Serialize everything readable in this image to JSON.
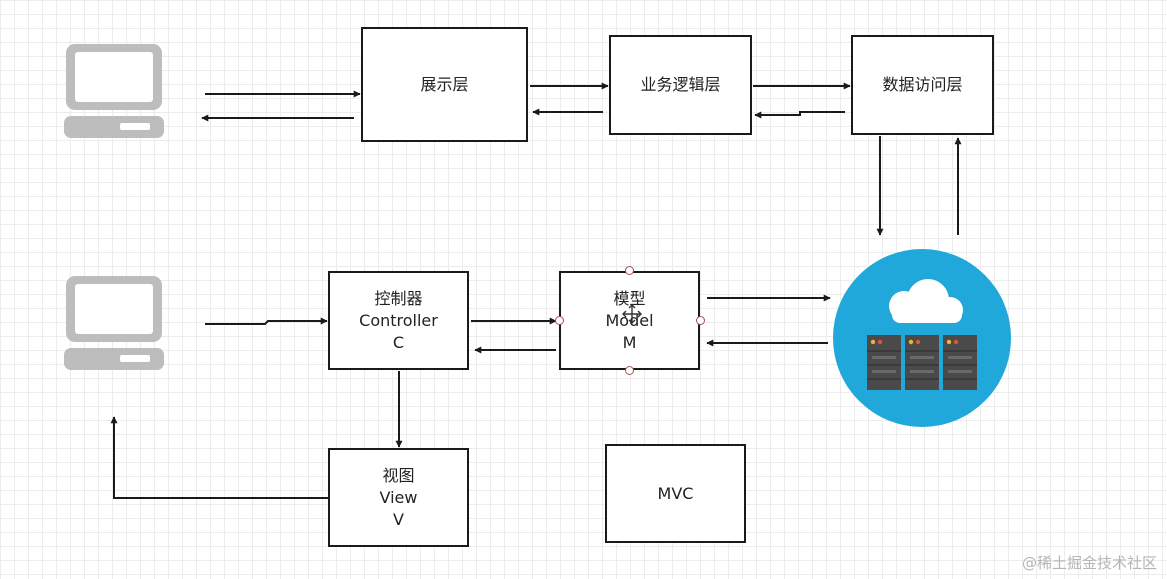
{
  "top_row": {
    "presentation_layer": "展示层",
    "business_logic_layer": "业务逻辑层",
    "data_access_layer": "数据访问层"
  },
  "mvc_row": {
    "controller": {
      "line1": "控制器",
      "line2": "Controller",
      "line3": "C"
    },
    "model": {
      "line1": "模型",
      "line2": "Model",
      "line3": "M"
    },
    "view": {
      "line1": "视图",
      "line2": "View",
      "line3": "V"
    },
    "mvc_label": "MVC"
  },
  "icons": {
    "client_top": "computer-icon",
    "client_bottom": "computer-icon",
    "database": "cloud-server-icon"
  },
  "colors": {
    "box_border": "#1a1a1a",
    "arrow": "#1a1a1a",
    "computer": "#bdbdbd",
    "server_circle": "#1fa8d9",
    "selection_handle": "#a85050"
  },
  "watermark": "@稀土掘金技术社区"
}
